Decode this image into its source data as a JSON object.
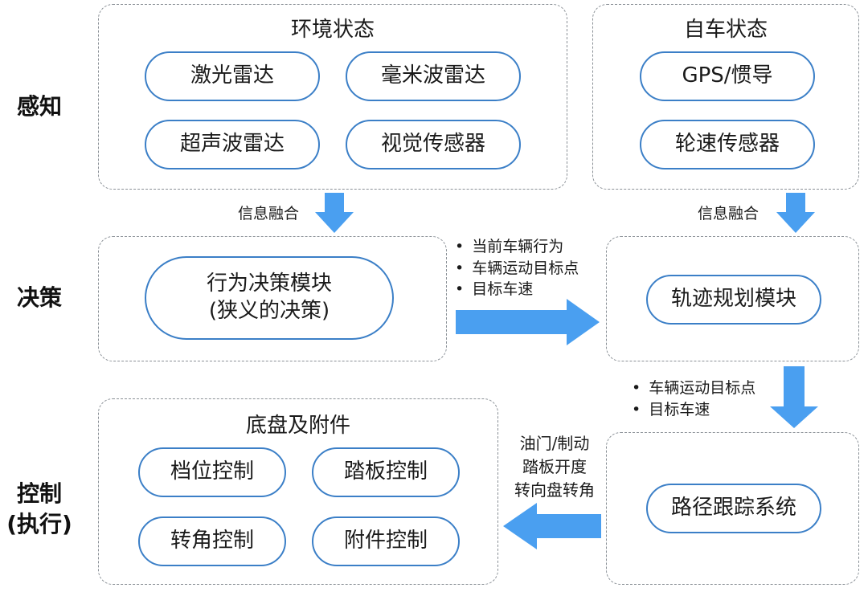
{
  "colors": {
    "arrow": "#4a9ff0",
    "pill_border": "#3b7fc7",
    "dash": "#8a9096"
  },
  "rows": {
    "perception": "感知",
    "decision": "决策",
    "control_line1": "控制",
    "control_line2": "(执行)"
  },
  "env": {
    "title": "环境状态",
    "items": [
      "激光雷达",
      "毫米波雷达",
      "超声波雷达",
      "视觉传感器"
    ]
  },
  "ego": {
    "title": "自车状态",
    "items": [
      "GPS/惯导",
      "轮速传感器"
    ]
  },
  "fusion_left": "信息融合",
  "fusion_right": "信息融合",
  "behavior": {
    "line1": "行为决策模块",
    "line2": "(狭义的决策)"
  },
  "behavior_outputs": [
    "当前车辆行为",
    "车辆运动目标点",
    "目标车速"
  ],
  "trajectory": "轨迹规划模块",
  "trajectory_outputs": [
    "车辆运动目标点",
    "目标车速"
  ],
  "tracking": "路径跟踪系统",
  "tracking_outputs": [
    "油门/制动",
    "踏板开度",
    "转向盘转角"
  ],
  "chassis": {
    "title": "底盘及附件",
    "items": [
      "档位控制",
      "踏板控制",
      "转角控制",
      "附件控制"
    ]
  }
}
